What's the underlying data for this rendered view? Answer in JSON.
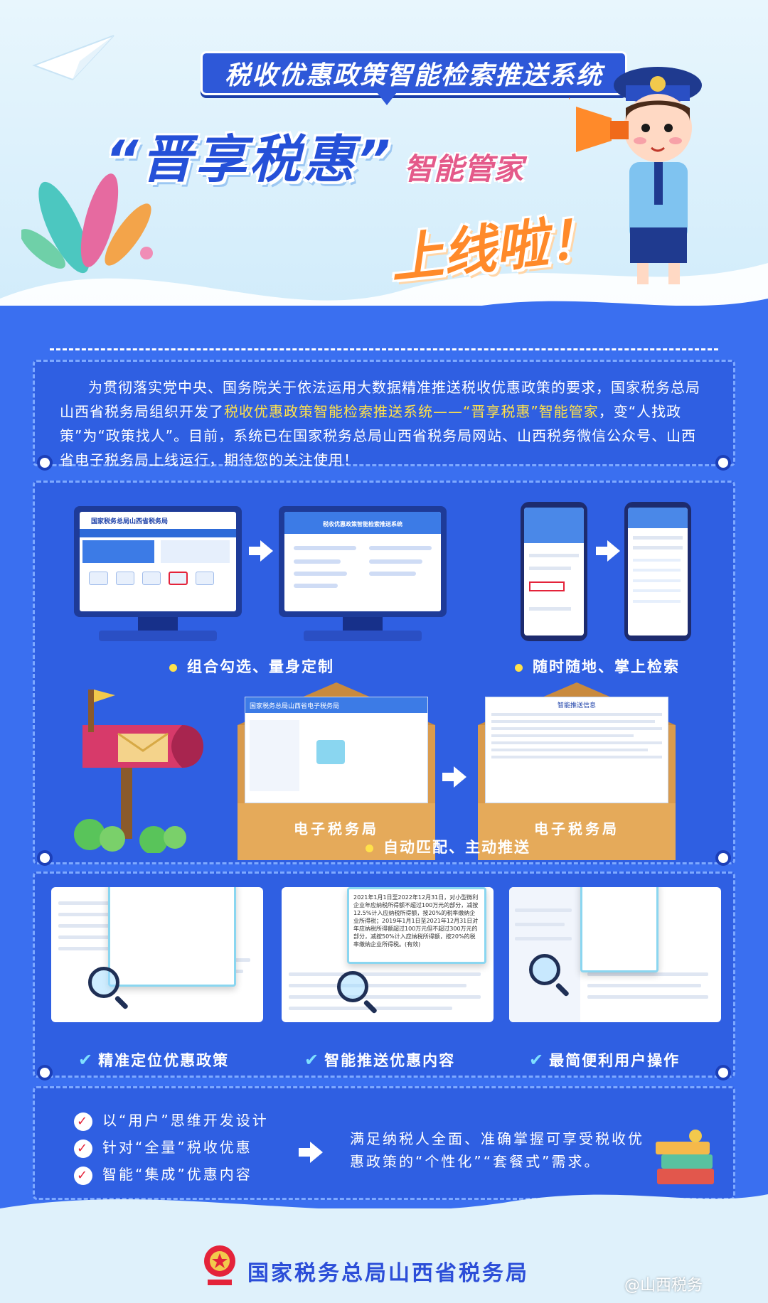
{
  "header": {
    "system_title": "税收优惠政策智能检索推送系统",
    "main_title": "“晋享税惠”",
    "sub_title": "智能管家",
    "launch_text": "上线啦！"
  },
  "intro": {
    "part1": "为贯彻落实党中央、国务院关于依法运用大数据精准推送税收优惠政策的要求，国家税务总局山西省税务局组织开发了",
    "highlight": "税收优惠政策智能检索推送系统——“晋享税惠”智能管家",
    "part2": "，变“人找政策”为“政策找人”。目前，系统已在国家税务总局山西省税务局网站、山西税务微信公众号、山西省电子税务局上线运行，期待您的关注使用！"
  },
  "section1": {
    "monitor1_title": "国家税务总局山西省税务局",
    "monitor2_title": "税收优惠政策智能检索推送系统",
    "caption_left": "组合勾选、量身定制",
    "caption_right": "随时随地、掌上检索"
  },
  "section2": {
    "envelope_left_label": "电子税务局",
    "envelope_right_label": "电子税务局",
    "envelope_left_title": "国家税务总局山西省电子税务局",
    "envelope_right_title": "智能推送信息",
    "caption": "自动匹配、主动推送"
  },
  "section3": {
    "card2_text": "2021年1月1日至2022年12月31日，对小型微利企业年应纳税所得额不超过100万元的部分，减按12.5%计入应纳税所得额，按20%的税率缴纳企业所得税；2019年1月1日至2021年12月31日对年应纳税所得额超过100万元但不超过300万元的部分，减按50%计入应纳税所得额，按20%的税率缴纳企业所得税。(有效)",
    "features": [
      "精准定位优惠政策",
      "智能推送优惠内容",
      "最简便利用户操作"
    ]
  },
  "section4": {
    "bullets": [
      "以“用户”思维开发设计",
      "针对“全量”税收优惠",
      "智能“集成”优惠内容"
    ],
    "summary": "满足纳税人全面、准确掌握可享受税收优惠政策的“个性化”“套餐式”需求。"
  },
  "footer": {
    "org_name": "国家税务总局山西省税务局",
    "watermark": "@山西税务"
  },
  "colors": {
    "primary_blue": "#3a6ff0",
    "title_blue": "#2550d8",
    "accent_yellow": "#ffe14a",
    "accent_orange": "#ff8a2a",
    "accent_pink": "#e45a8a"
  }
}
